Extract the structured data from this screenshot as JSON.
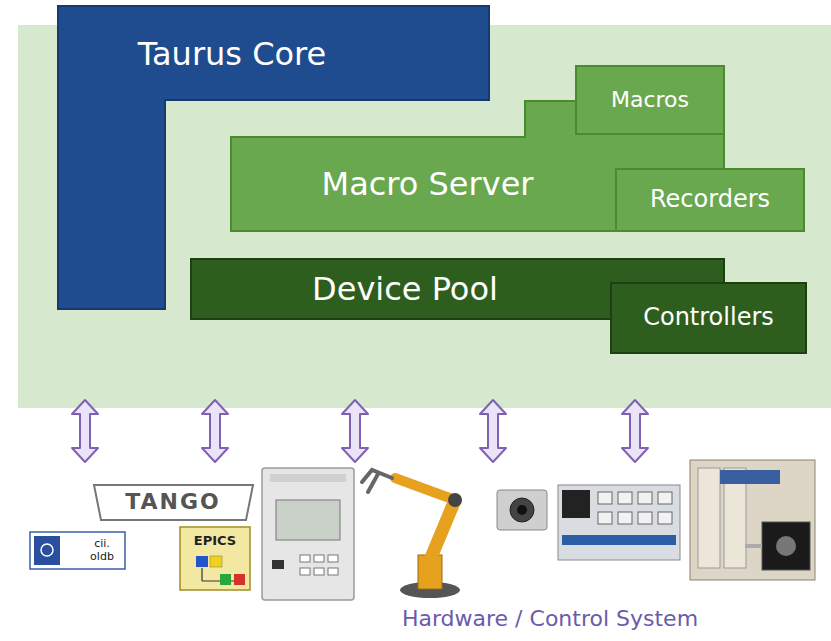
{
  "diagram": {
    "nodes": [
      {
        "text": [
          "Taurus Core"
        ]
      },
      {
        "text": [
          "Macro Server"
        ]
      },
      {
        "text": [
          "Macros"
        ],
        "in": 1
      },
      {
        "text": [
          "Recorders"
        ],
        "in": 1
      },
      {
        "text": [
          "Device Pool"
        ]
      },
      {
        "text": [
          "Controllers"
        ],
        "in": 4
      }
    ],
    "labels": [
      "TANGO",
      "EPICS",
      "cii. oldb",
      "Hardware / Control System"
    ]
  }
}
